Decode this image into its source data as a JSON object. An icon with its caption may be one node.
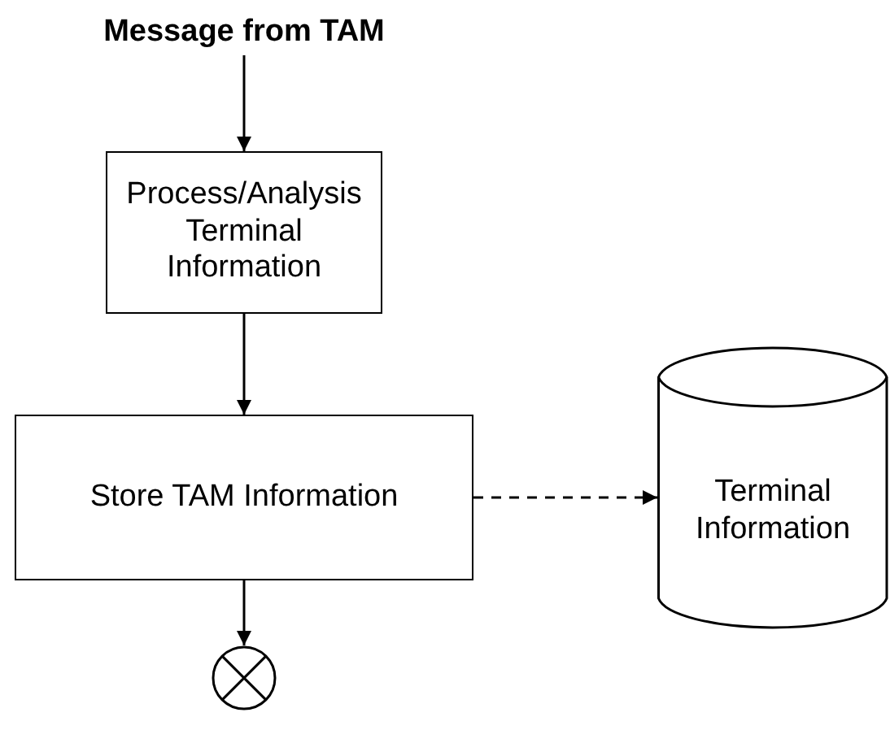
{
  "diagram": {
    "nodes": [
      {
        "text": [
          "Message from TAM"
        ]
      },
      {
        "text": [
          "Process/Analysis Terminal Information"
        ]
      },
      {
        "text": [
          "Store TAM Information"
        ]
      },
      {
        "text": [
          "Terminal Information"
        ]
      },
      {
        "text": [],
        "shape": "circle"
      }
    ],
    "edges": [
      {
        "from": 0,
        "to": 1,
        "arrow": "to"
      },
      {
        "from": 1,
        "to": 2,
        "arrow": "to"
      },
      {
        "from": 2,
        "to": 3,
        "arrow": "to",
        "style": "dashed"
      },
      {
        "from": 2,
        "to": 4,
        "arrow": "to"
      }
    ]
  }
}
